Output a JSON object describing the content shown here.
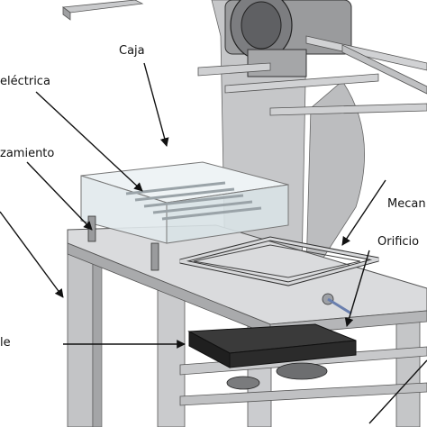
{
  "labels": {
    "caja": "Caja",
    "electrica": "eléctrica",
    "zamiento": "zamiento",
    "mecan": "Mecan",
    "orificio": "Orificio",
    "le": "le"
  },
  "colors": {
    "steel_light": "#d9dadb",
    "steel_mid": "#b7b8ba",
    "steel_dark": "#8e8f91",
    "glass": "#e8f0f2",
    "line": "#111111",
    "mold_dark": "#2a2a2a",
    "accent_blue": "#6a7fae"
  }
}
